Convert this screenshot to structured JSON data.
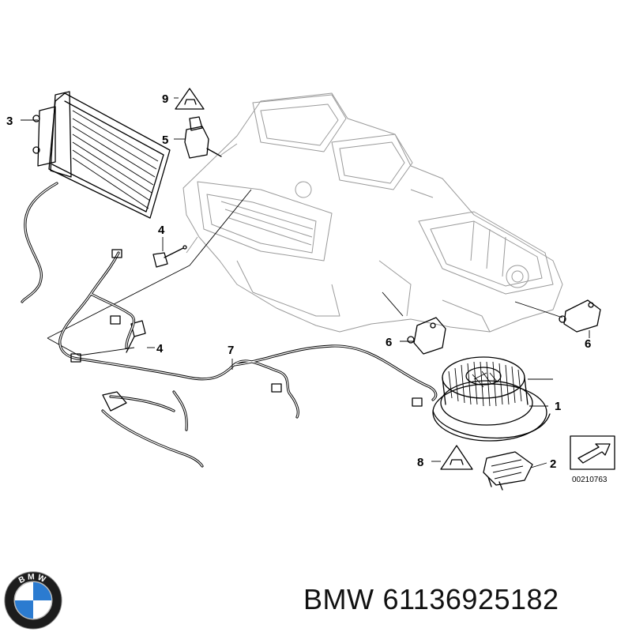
{
  "diagram": {
    "callouts": [
      {
        "id": "c1",
        "label": "1"
      },
      {
        "id": "c2",
        "label": "2"
      },
      {
        "id": "c3",
        "label": "3"
      },
      {
        "id": "c4a",
        "label": "4"
      },
      {
        "id": "c4b",
        "label": "4"
      },
      {
        "id": "c5",
        "label": "5"
      },
      {
        "id": "c6a",
        "label": "6"
      },
      {
        "id": "c6b",
        "label": "6"
      },
      {
        "id": "c7",
        "label": "7"
      },
      {
        "id": "c8",
        "label": "8"
      },
      {
        "id": "c9",
        "label": "9"
      }
    ],
    "reference_code": "00210763"
  },
  "caption": {
    "brand": "BMW",
    "part_number": "61136925182"
  },
  "logo": {
    "letters": "BMW",
    "colors": {
      "ring": "#1c1c1c",
      "blue": "#2b7bd0",
      "white": "#ffffff"
    }
  }
}
